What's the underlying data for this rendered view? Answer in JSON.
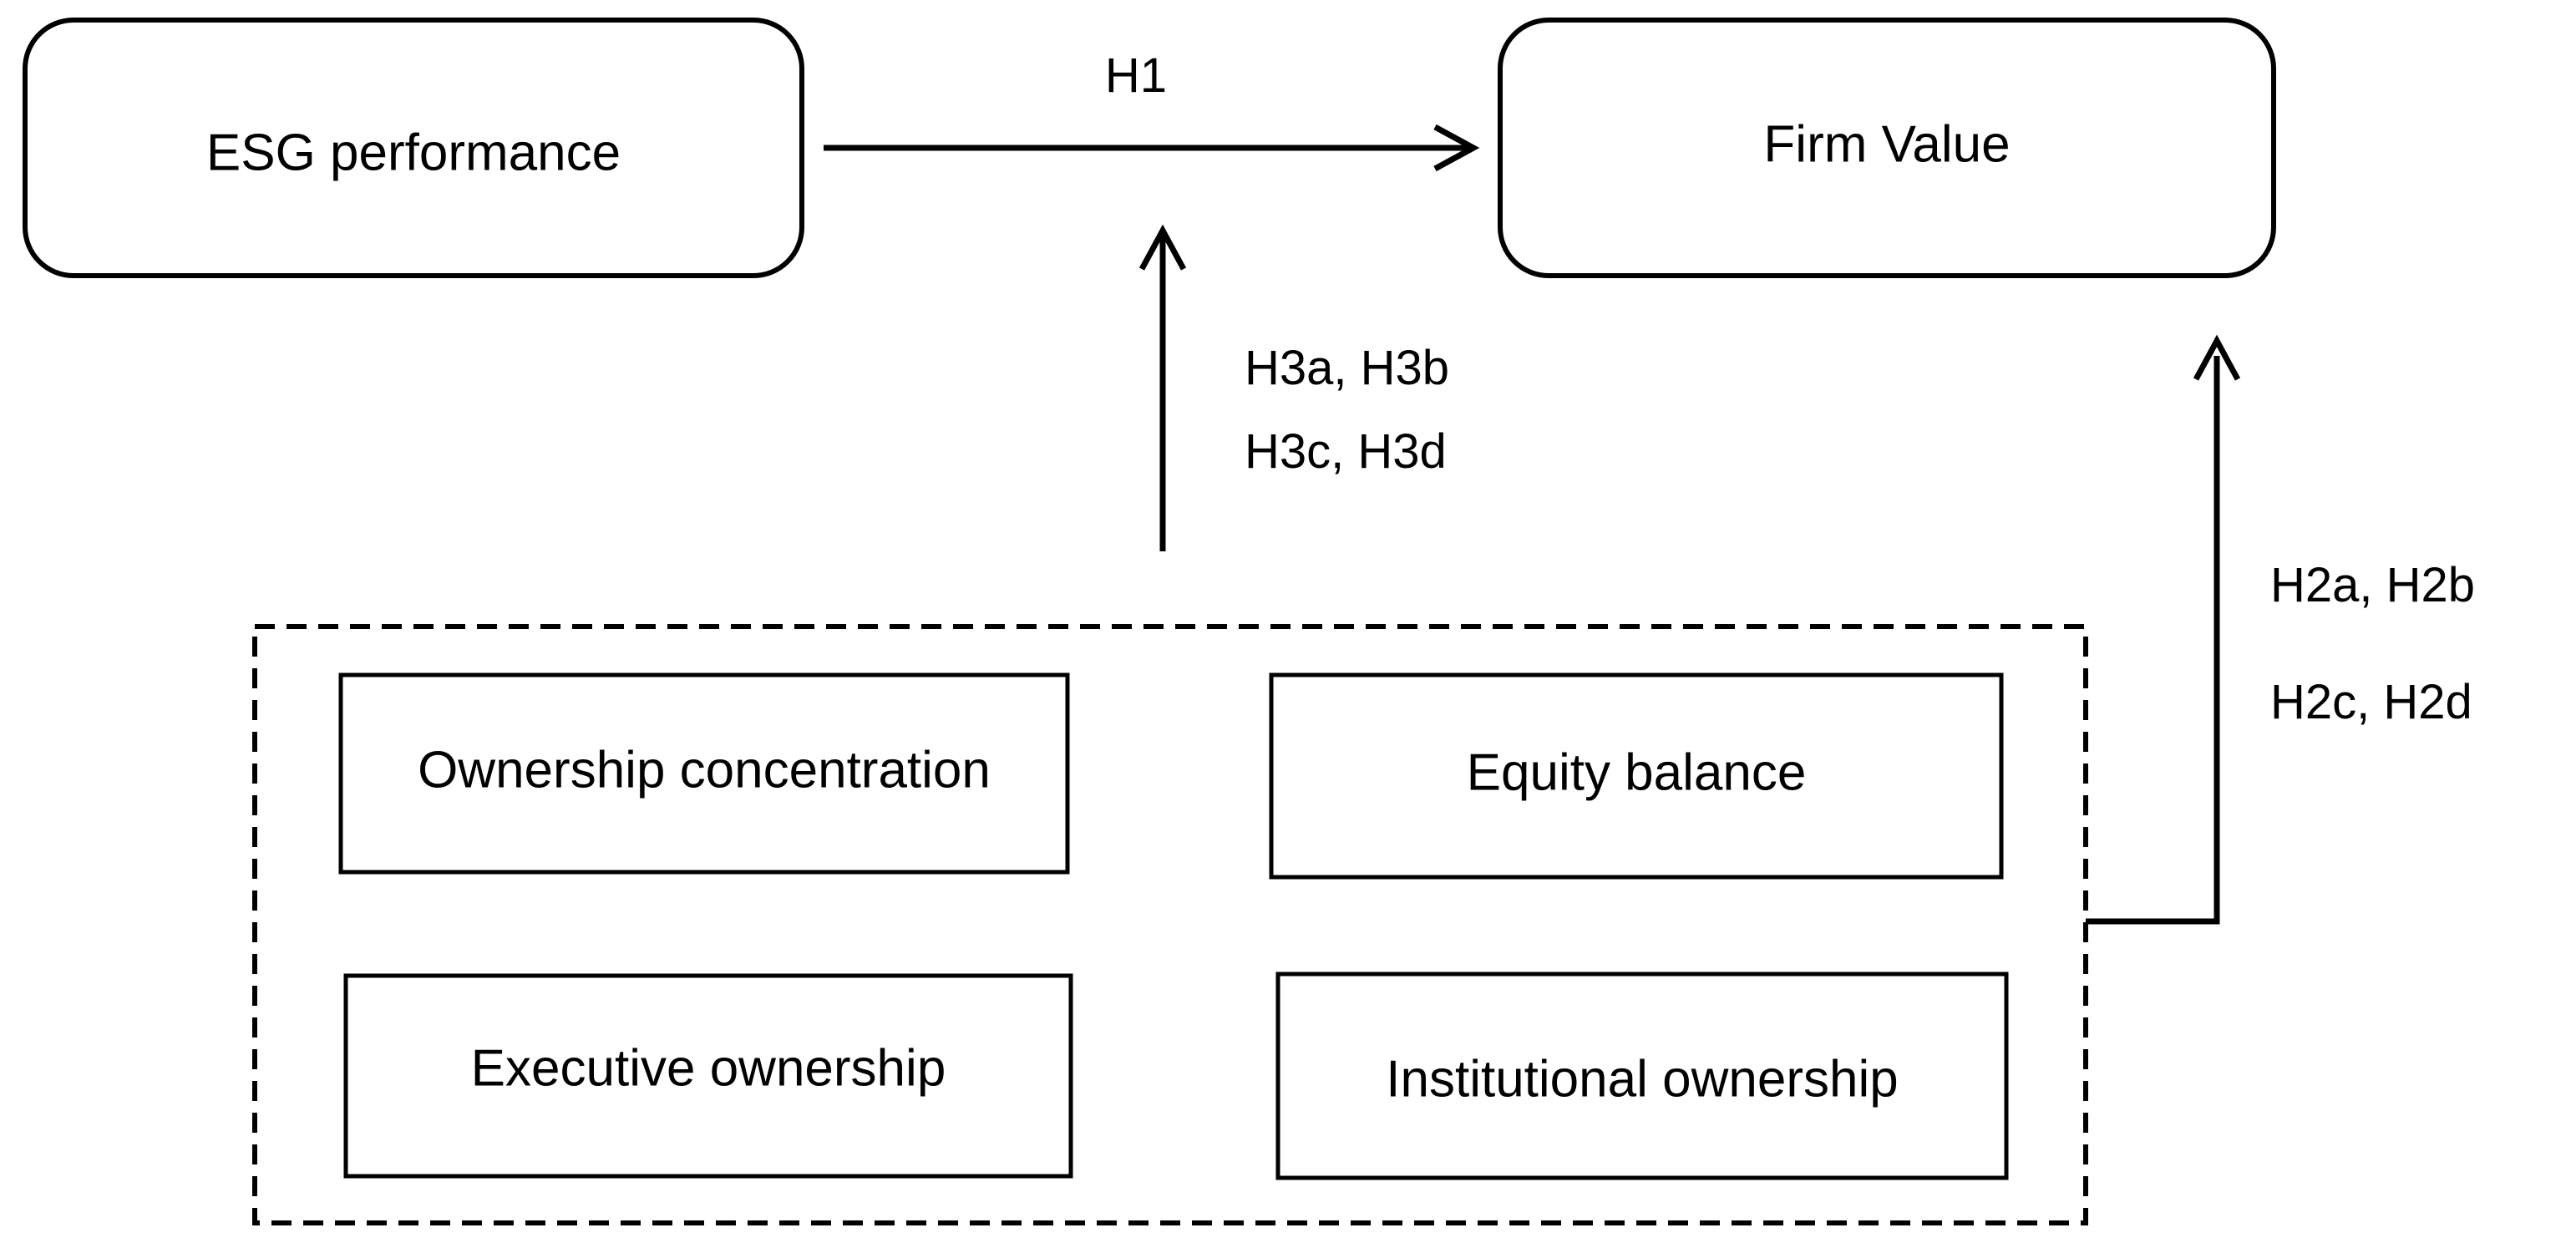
{
  "nodes": {
    "esg": "ESG performance",
    "firm_value": "Firm Value",
    "ownership_concentration": "Ownership concentration",
    "equity_balance": "Equity balance",
    "executive_ownership": "Executive ownership",
    "institutional_ownership": "Institutional ownership"
  },
  "edges": {
    "h1": "H1",
    "h3_line1": "H3a, H3b",
    "h3_line2": "H3c, H3d",
    "h2_line1": "H2a, H2b",
    "h2_line2": "H2c, H2d"
  }
}
